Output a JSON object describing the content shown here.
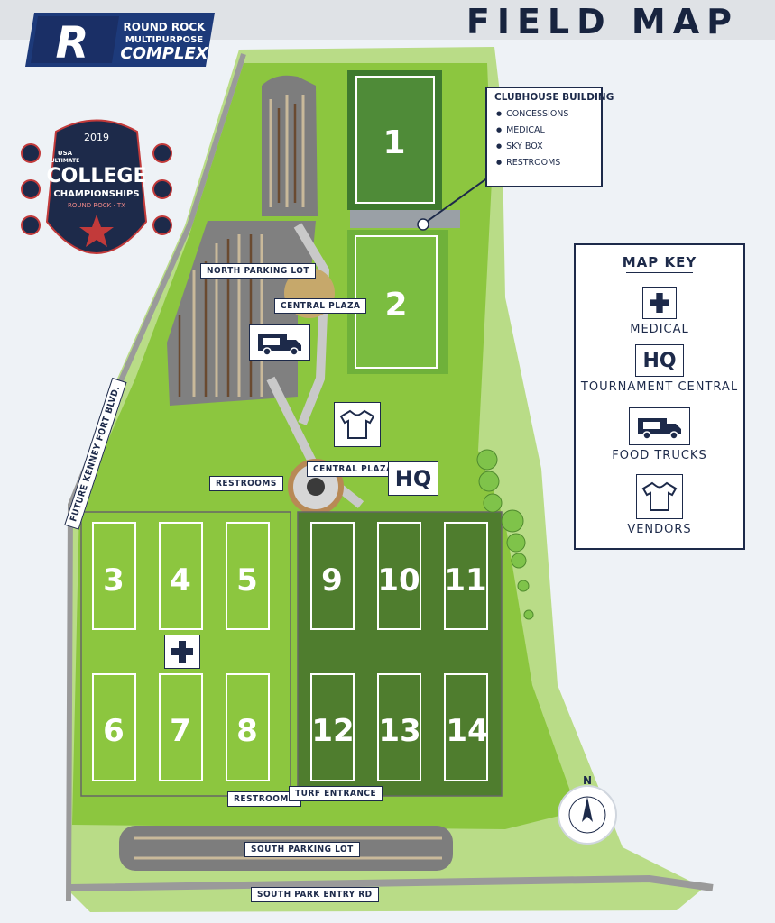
{
  "header": {
    "title": "FIELD MAP"
  },
  "logo": {
    "line1": "ROUND ROCK",
    "line2": "MULTIPURPOSE",
    "line3": "COMPLEX",
    "letter": "R"
  },
  "badge": {
    "year": "2019",
    "org_line1": "USA",
    "org_line2": "ULTIMATE",
    "word1": "COLLEGE",
    "word2": "CHAMPIONSHIPS",
    "location": "ROUND ROCK · TX"
  },
  "clubhouse": {
    "title": "CLUBHOUSE BUILDING",
    "items": [
      "CONCESSIONS",
      "MEDICAL",
      "SKY BOX",
      "RESTROOMS"
    ]
  },
  "map_key": {
    "title": "MAP KEY",
    "items": [
      {
        "label": "MEDICAL",
        "icon": "medical-cross-icon"
      },
      {
        "label": "TOURNAMENT CENTRAL",
        "icon": "hq-icon",
        "icon_text": "HQ"
      },
      {
        "label": "FOOD TRUCKS",
        "icon": "food-truck-icon"
      },
      {
        "label": "VENDORS",
        "icon": "vendor-shirt-icon"
      }
    ]
  },
  "labels": {
    "north_parking": "NORTH PARKING LOT",
    "central_plaza_1": "CENTRAL PLAZA",
    "central_plaza_2": "CENTRAL PLAZA",
    "restrooms_1": "RESTROOMS",
    "restrooms_2": "RESTROOMS",
    "turf_entrance": "TURF ENTRANCE",
    "south_parking": "SOUTH PARKING LOT",
    "south_road": "SOUTH PARK ENTRY RD",
    "future_road": "FUTURE KENNEY FORT BLVD.",
    "hq": "HQ"
  },
  "fields": [
    "1",
    "2",
    "3",
    "4",
    "5",
    "6",
    "7",
    "8",
    "9",
    "10",
    "11",
    "12",
    "13",
    "14"
  ],
  "compass": {
    "north": "N"
  },
  "colors": {
    "navy": "#1d2a4a",
    "grass_light": "#8cc63f",
    "grass_dark": "#4f7d2e",
    "field_dark": "#5a8a36",
    "parking": "#7a7a7a",
    "water_bg": "#eef2f6"
  }
}
